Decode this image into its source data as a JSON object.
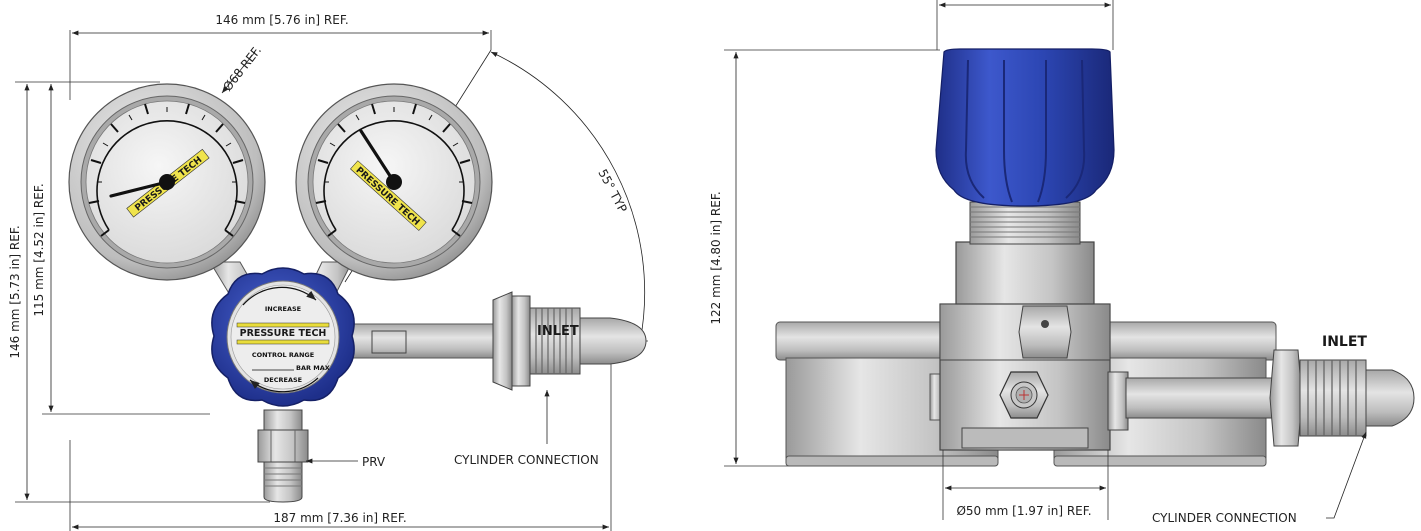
{
  "front_view": {
    "dim_overall_width": "146 mm [5.76 in] REF.",
    "dim_overall_height": "146 mm [5.73 in] REF.",
    "dim_gauge_height": "115 mm [4.52 in] REF.",
    "dim_bottom_width": "187 mm [7.36 in] REF.",
    "dim_gauge_dia": "Ø68 REF.",
    "dim_angle": "55° TYP",
    "label_prv": "PRV",
    "label_cylinder": "CYLINDER CONNECTION",
    "label_inlet": "INLET",
    "knob_increase": "INCREASE",
    "knob_brand": "PRESSURE TECH",
    "knob_control_range": "CONTROL RANGE",
    "knob_bar_max": "BAR MAX",
    "knob_decrease": "DECREASE",
    "gauge_brand": "PRESSURE TECH"
  },
  "side_view": {
    "dim_height": "122 mm [4.80 in] REF.",
    "dim_body_dia": "Ø50 mm [1.97 in] REF.",
    "label_inlet": "INLET",
    "label_cylinder": "CYLINDER CONNECTION"
  },
  "colors": {
    "knob_blue": "#2f48b8",
    "knob_blue_dark": "#1d2f86",
    "steel": "#c8c8c8",
    "steel_dark": "#8e8e8e",
    "gauge_face": "#ebebeb",
    "brand_stripe": "#e9dd3b"
  }
}
